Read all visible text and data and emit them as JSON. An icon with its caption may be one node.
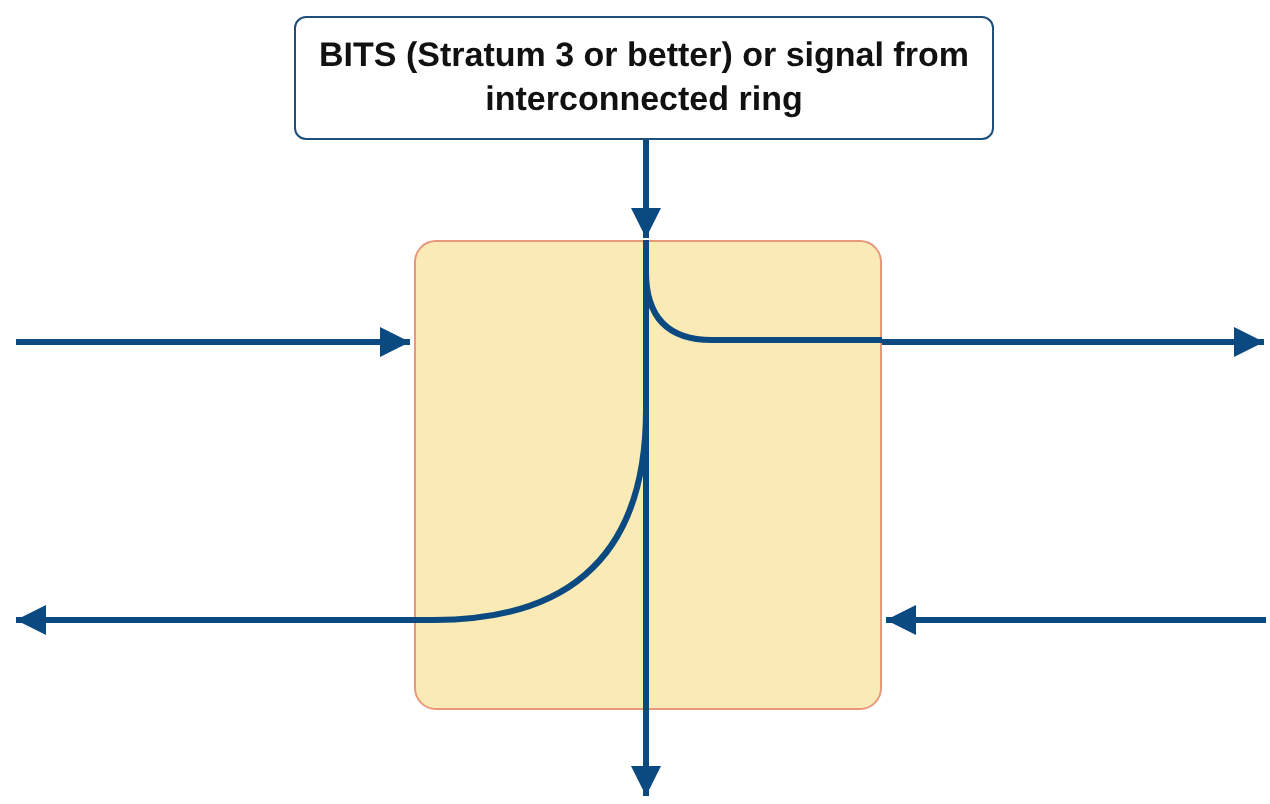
{
  "diagram": {
    "nodes": [
      {
        "text": [
          "BITS (Stratum 3 or better) or signal from interconnected ring"
        ]
      },
      {
        "text": [],
        "shape": "box"
      }
    ],
    "edges": [
      {
        "from": 0,
        "to": 1,
        "arrow": "to"
      },
      {
        "from": 1,
        "to": null,
        "arrow": "to"
      },
      {
        "from": null,
        "to": 1,
        "arrow": "to"
      },
      {
        "from": 1,
        "to": null,
        "arrow": "to"
      },
      {
        "from": 1,
        "to": null,
        "arrow": "to"
      },
      {
        "from": null,
        "to": 1,
        "arrow": "to"
      }
    ]
  }
}
